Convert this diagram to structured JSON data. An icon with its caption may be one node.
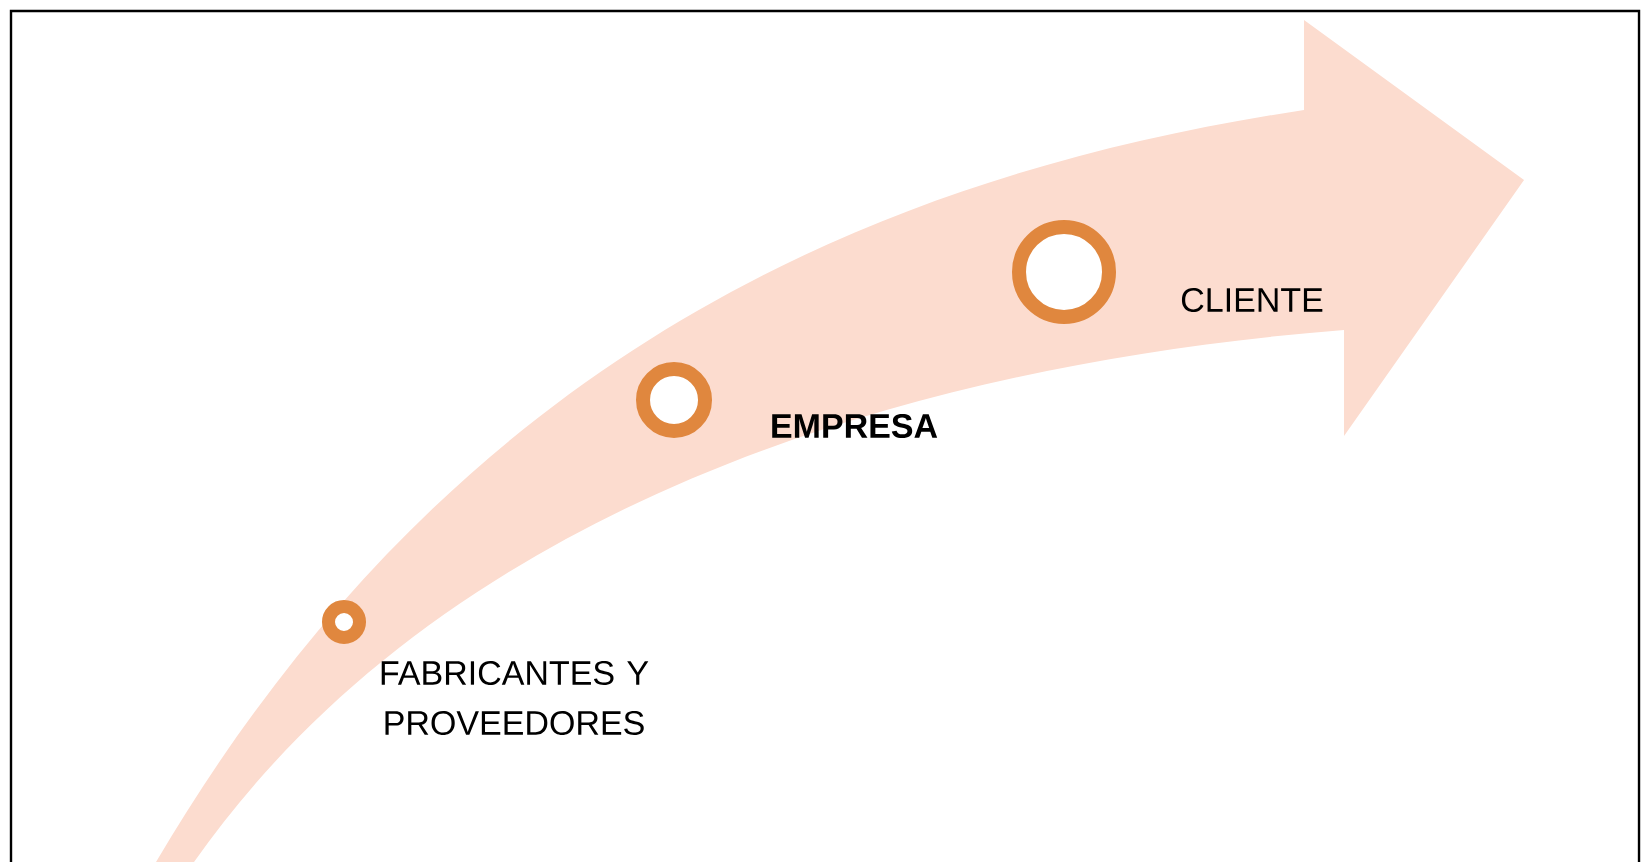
{
  "diagram": {
    "nodes": [
      {
        "text": [],
        "shape": "circle",
        "beside": [
          "FABRICANTES Y PROVEEDORES"
        ]
      },
      {
        "text": [],
        "shape": "circle",
        "beside": [
          "EMPRESA"
        ]
      },
      {
        "text": [],
        "shape": "circle",
        "beside": [
          "CLIENTE"
        ]
      }
    ],
    "edges": []
  }
}
